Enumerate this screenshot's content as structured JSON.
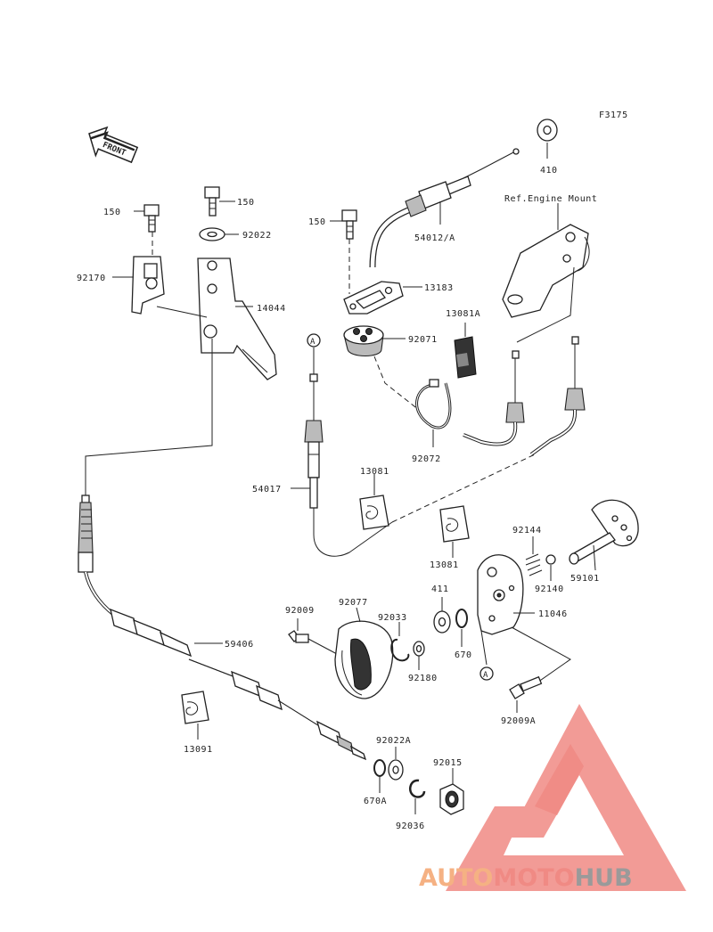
{
  "figure_code": "F3175",
  "front_label": "FRONT",
  "ref_label": "Ref.Engine Mount",
  "callout_a": "A",
  "watermark": {
    "part1": "AUTO",
    "part2": "MOTO",
    "part3": "HUB",
    "color1": "#f5b183",
    "color2": "#f08a84",
    "color3": "#9a9a9a"
  },
  "parts": {
    "p150a": "150",
    "p150b": "150",
    "p150c": "150",
    "p92022": "92022",
    "p92170": "92170",
    "p14044": "14044",
    "p54012a": "54012/A",
    "p410": "410",
    "p13183": "13183",
    "p92071": "92071",
    "p13081a": "13081A",
    "p92072": "92072",
    "p54017": "54017",
    "p13081b": "13081",
    "p13081c": "13081",
    "p92144": "92144",
    "p92140": "92140",
    "p59101": "59101",
    "p11046": "11046",
    "p411": "411",
    "p670": "670",
    "p92009": "92009",
    "p92077": "92077",
    "p92033": "92033",
    "p92180": "92180",
    "p59406": "59406",
    "p92009a": "92009A",
    "p13091": "13091",
    "p92022a": "92022A",
    "p92015": "92015",
    "p670a": "670A",
    "p92036": "92036"
  }
}
